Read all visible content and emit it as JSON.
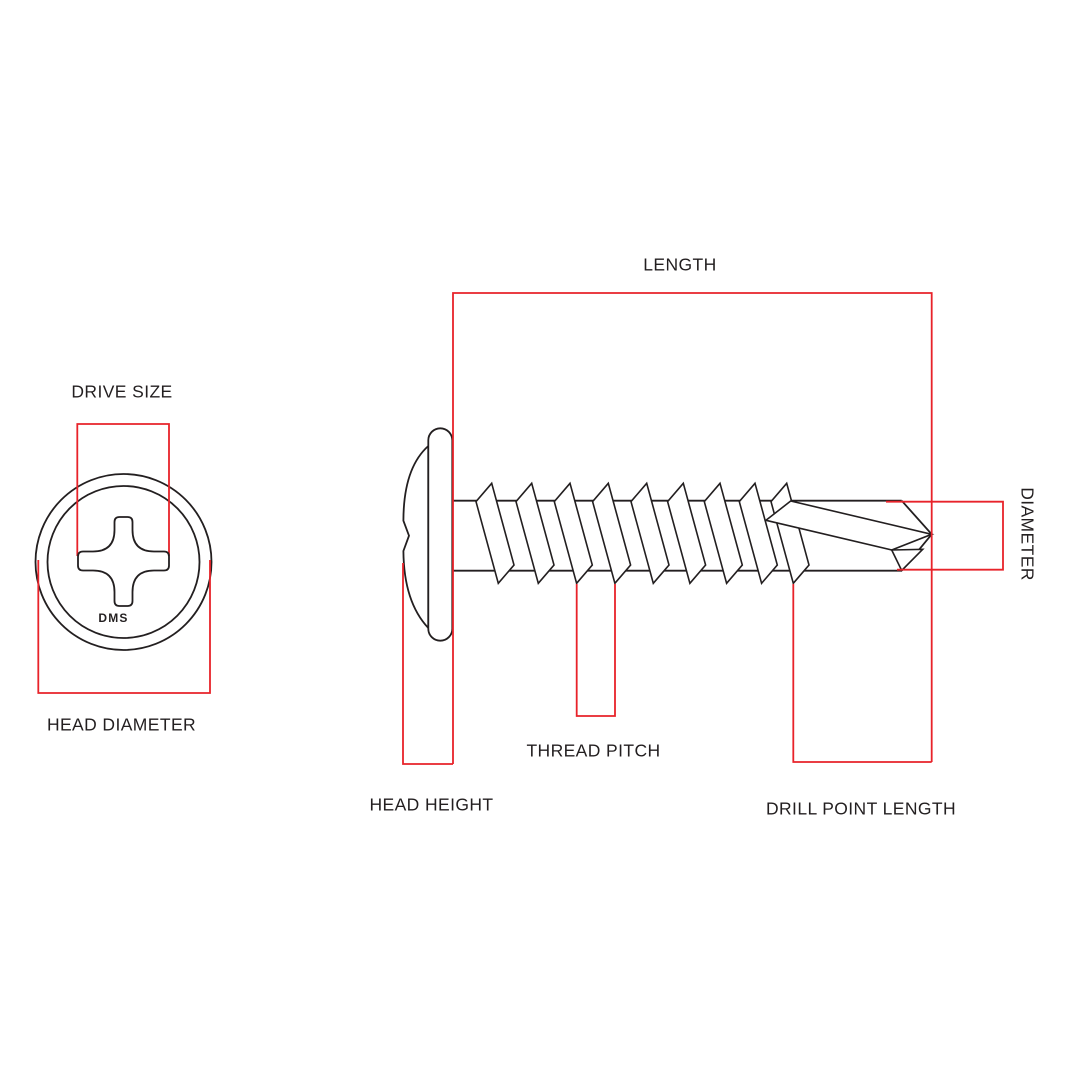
{
  "labels": {
    "length": "LENGTH",
    "drive_size": "DRIVE SIZE",
    "head_diameter": "HEAD DIAMETER",
    "head_height": "HEAD HEIGHT",
    "thread_pitch": "THREAD PITCH",
    "drill_point_length": "DRILL POINT LENGTH",
    "diameter": "DIAMETER",
    "head_stamp": "DMS"
  },
  "colors": {
    "dimension_lines": "#e8232a",
    "outline": "#231f20",
    "text": "#231f20",
    "background": "#ffffff"
  }
}
